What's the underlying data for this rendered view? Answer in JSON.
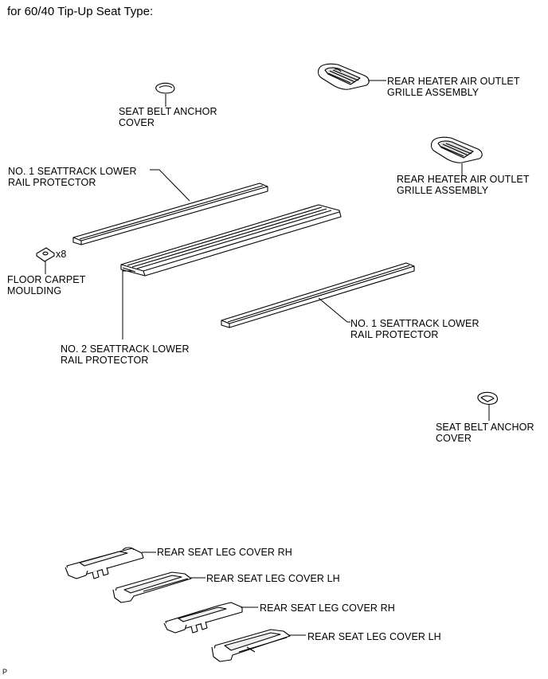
{
  "title": "for 60/40 Tip-Up Seat Type:",
  "labels": {
    "seat_belt_anchor_cover_1": [
      "SEAT BELT ANCHOR",
      "COVER"
    ],
    "rear_heater_grille_1": [
      "REAR HEATER AIR OUTLET",
      "GRILLE ASSEMBLY"
    ],
    "rear_heater_grille_2": [
      "REAR HEATER AIR OUTLET",
      "GRILLE ASSEMBLY"
    ],
    "no1_seattrack_protector_1": [
      "NO. 1 SEATTRACK LOWER",
      "RAIL PROTECTOR"
    ],
    "floor_carpet_moulding": [
      "FLOOR CARPET",
      "MOULDING"
    ],
    "floor_carpet_qty": "x8",
    "no2_seattrack_protector": [
      "NO. 2 SEATTRACK LOWER",
      "RAIL PROTECTOR"
    ],
    "no1_seattrack_protector_2": [
      "NO. 1 SEATTRACK LOWER",
      "RAIL PROTECTOR"
    ],
    "seat_belt_anchor_cover_2": [
      "SEAT BELT ANCHOR",
      "COVER"
    ],
    "rear_seat_leg_cover_rh_1": "REAR SEAT LEG COVER RH",
    "rear_seat_leg_cover_lh_1": "REAR SEAT LEG COVER LH",
    "rear_seat_leg_cover_rh_2": "REAR SEAT LEG COVER RH",
    "rear_seat_leg_cover_lh_2": "REAR SEAT LEG COVER LH"
  },
  "reference_code": "P"
}
